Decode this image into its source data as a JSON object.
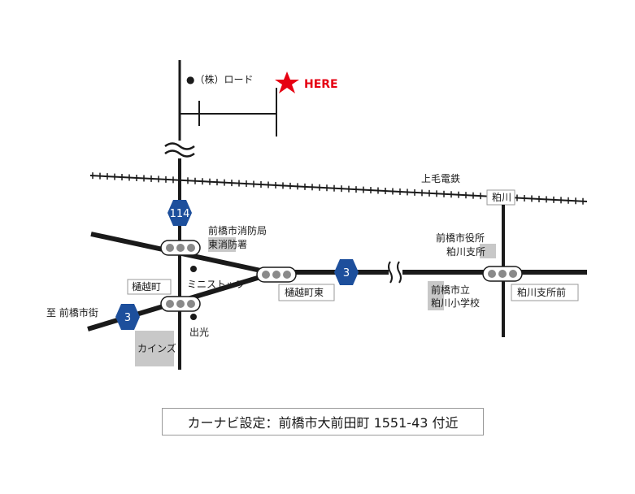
{
  "here": "HERE",
  "company": "●（株）ロード",
  "railway": "上毛電鉄",
  "kasukawa_station": "粕川",
  "route_114": "114",
  "route_3": "3",
  "fire_station": [
    "前橋市消防局",
    "東消防署"
  ],
  "city_office": [
    "前橋市役所",
    "粕川支所"
  ],
  "school": [
    "前橋市立",
    "粕川小学校"
  ],
  "higoshi": "樋越町",
  "higoshi_east": "樋越町東",
  "kasukawa_branch_front": "粕川支所前",
  "to_maebashi": "至 前橋市街",
  "mini_stop": "ミニストップ",
  "idemitsu": "出光",
  "cainz": "カインズ",
  "car_nav": "カーナビ設定：前橋市大前田町 1551-43 付近",
  "colors": {
    "route_shield": "#1d4f9c",
    "here_star": "#e60012",
    "landmark_bg": "#c8c8c8"
  }
}
